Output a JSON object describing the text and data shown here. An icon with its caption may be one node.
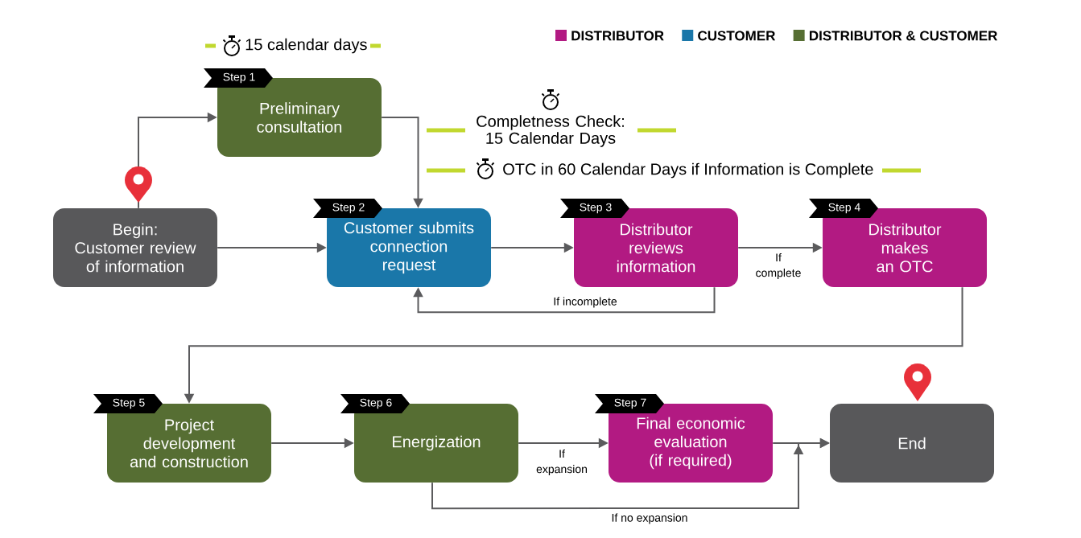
{
  "diagram": {
    "nodes": [
      {
        "text": [
          "Begin:",
          "Customer review of information"
        ]
      },
      {
        "text": [
          "Preliminary consultation"
        ],
        "beside": [
          "Step 1"
        ]
      },
      {
        "text": [
          "Customer submits connection request"
        ],
        "beside": [
          "Step 2"
        ]
      },
      {
        "text": [
          "Distributor reviews information"
        ],
        "beside": [
          "Step 3"
        ]
      },
      {
        "text": [
          "Distributor makes an OTC"
        ],
        "beside": [
          "Step 4"
        ]
      },
      {
        "text": [
          "Project development and construction"
        ],
        "beside": [
          "Step 5"
        ]
      },
      {
        "text": [
          "Energization"
        ],
        "beside": [
          "Step 6"
        ]
      },
      {
        "text": [
          "Final economic evaluation (if required)"
        ],
        "beside": [
          "Step 7"
        ]
      },
      {
        "text": [
          "End"
        ]
      }
    ],
    "edges": [
      {
        "from": 0,
        "to": 1,
        "arrow": "to"
      },
      {
        "from": 0,
        "to": 2,
        "arrow": "to"
      },
      {
        "from": 1,
        "to": 2,
        "arrow": "to"
      },
      {
        "from": 2,
        "to": 3,
        "arrow": "to"
      },
      {
        "from": 3,
        "to": 2,
        "arrow": "to",
        "label": "If incomplete"
      },
      {
        "from": 3,
        "to": 4,
        "arrow": "to",
        "label": "If complete"
      },
      {
        "from": 4,
        "to": 5,
        "arrow": "to"
      },
      {
        "from": 5,
        "to": 6,
        "arrow": "to"
      },
      {
        "from": 6,
        "to": 7,
        "arrow": "to",
        "label": "If expansion"
      },
      {
        "from": 7,
        "to": 8,
        "arrow": "to"
      },
      {
        "from": 6,
        "to": 8,
        "arrow": "to",
        "label": "If no expansion"
      }
    ],
    "labels": [
      "15 calendar days",
      "Completness Check: 15 Calendar Days",
      "OTC in 60 Calendar Days if Information is Complete"
    ],
    "legend": [
      {
        "text": "DISTRIBUTOR",
        "color": "#b21a82"
      },
      {
        "text": "CUSTOMER",
        "color": "#1a77a9"
      },
      {
        "text": "DISTRIBUTOR & CUSTOMER",
        "color": "#566e33"
      }
    ]
  }
}
